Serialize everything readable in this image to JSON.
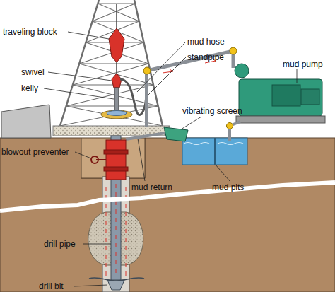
{
  "diagram": {
    "labels": [
      "traveling block",
      "swivel",
      "kelly",
      "mud hose",
      "standpipe",
      "vibrating screen",
      "mud pump",
      "blowout preventer",
      "mud return",
      "mud pits",
      "drill pipe",
      "drill bit"
    ]
  }
}
